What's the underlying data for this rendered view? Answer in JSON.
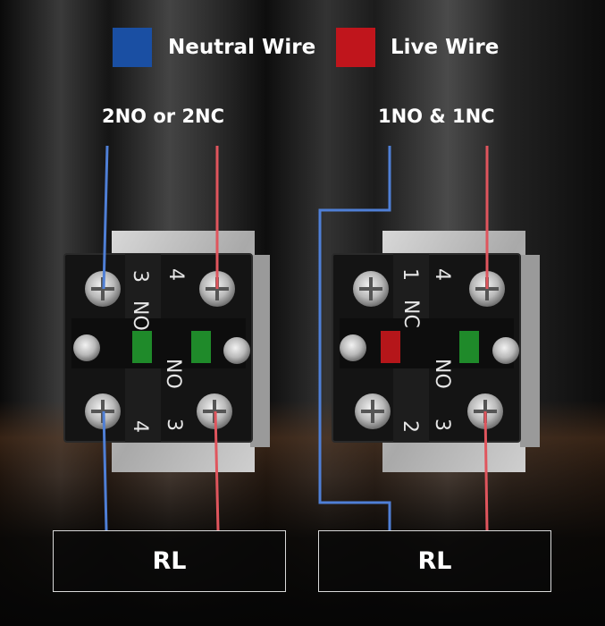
{
  "legend": {
    "neutral_label": "Neutral Wire",
    "live_label": "Live Wire",
    "neutral_color": "#1a4fa3",
    "live_color": "#c0151c"
  },
  "left_block": {
    "title": "2NO or 2NC",
    "top_left_number": "3",
    "top_right_number": "4",
    "top_label": "NO",
    "bottom_label": "NO",
    "bottom_left_number": "4",
    "bottom_right_number": "3",
    "indicator_colors": [
      "#1f8a2a",
      "#1f8a2a"
    ],
    "load_label": "RL"
  },
  "right_block": {
    "title": "1NO & 1NC",
    "top_left_number": "1",
    "top_right_number": "4",
    "top_label": "NC",
    "bottom_label": "NO",
    "bottom_left_number": "2",
    "bottom_right_number": "3",
    "indicator_colors": [
      "#b5161a",
      "#1f8a2a"
    ],
    "load_label": "RL"
  },
  "wire_colors": {
    "neutral": "#4f7fd6",
    "live": "#e0555d"
  }
}
